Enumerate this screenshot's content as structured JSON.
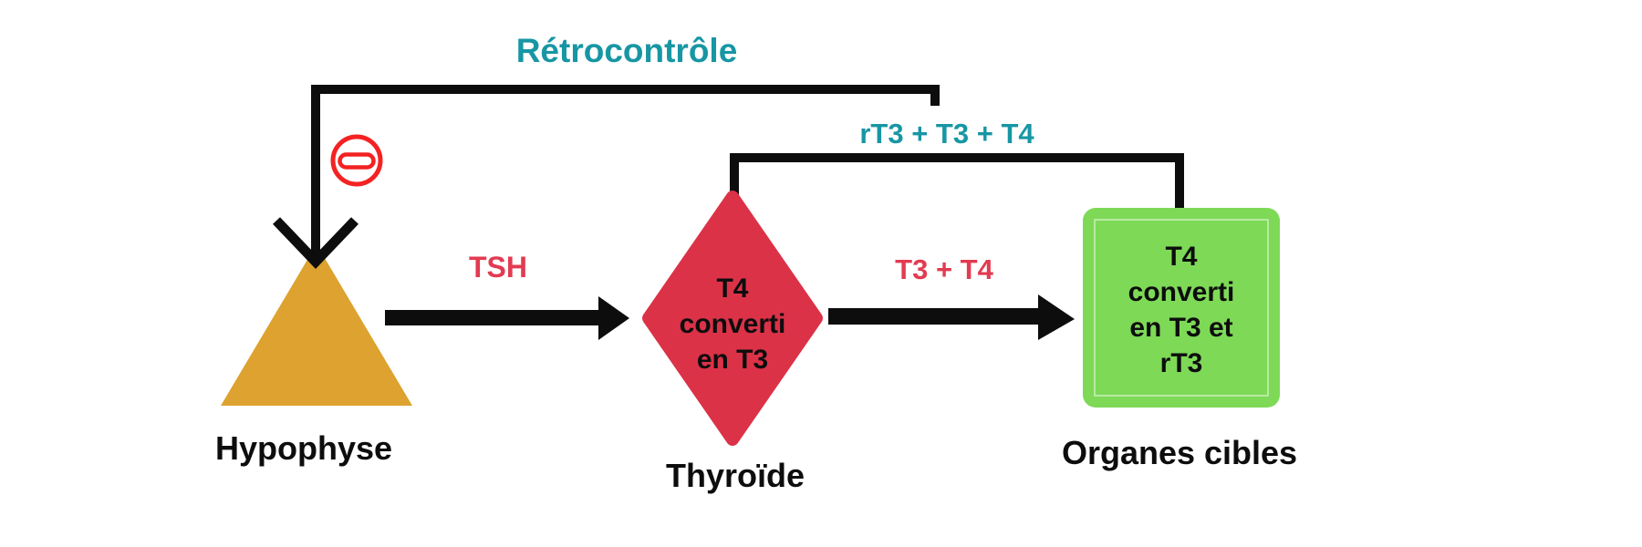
{
  "colors": {
    "background": "#ffffff",
    "line_black": "#0d0d0d",
    "teal": "#1796a4",
    "red_label": "#e23b52",
    "icon_red": "#f42222",
    "icon_fill": "#ffffff",
    "pituitary_orange": "#dda22f",
    "thyroid_red": "#db3248",
    "organs_green": "#7ed957",
    "organs_inner_frame": "rgba(255,255,255,0.45)",
    "text_black": "#0d0d0d"
  },
  "feedback_loop": {
    "label": "Rétrocontrôle"
  },
  "return_path": {
    "label": "rT3 + T3 + T4"
  },
  "edges": {
    "tsh": {
      "label": "TSH"
    },
    "t3_t4": {
      "label": "T3 + T4"
    }
  },
  "icons": {
    "negative_feedback": "minus-circle"
  },
  "nodes": {
    "pituitary": {
      "shape": "triangle",
      "caption": "Hypophyse"
    },
    "thyroid": {
      "shape": "diamond",
      "caption": "Thyroïde",
      "lines": [
        "T4",
        "converti",
        "en T3"
      ]
    },
    "organs": {
      "shape": "rounded-square",
      "caption": "Organes cibles",
      "lines": [
        "T4",
        "converti",
        "en T3 et",
        "rT3"
      ]
    }
  }
}
